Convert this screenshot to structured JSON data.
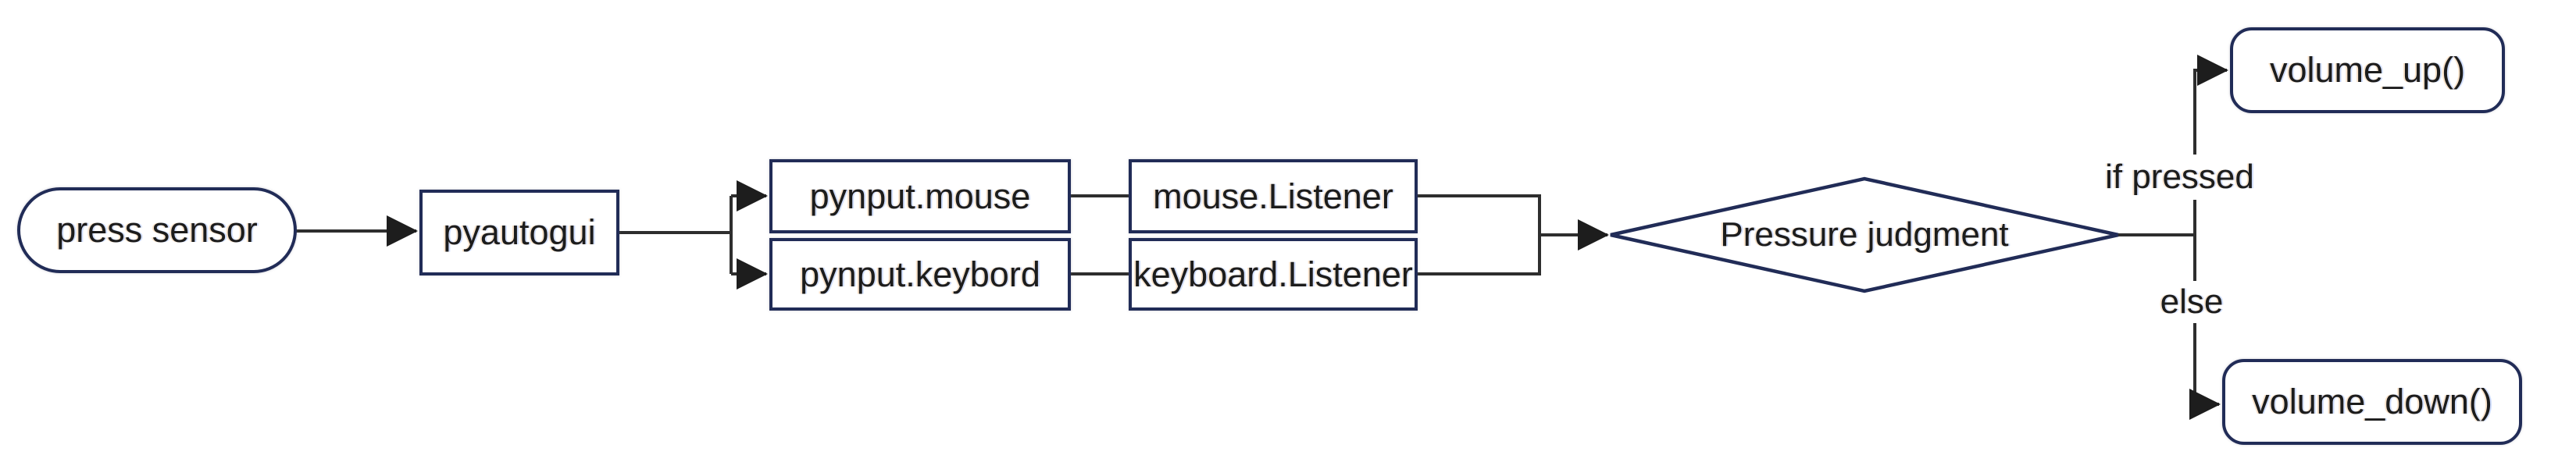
{
  "diagram": {
    "nodes": {
      "press_sensor": {
        "label": "press sensor",
        "shape": "stadium"
      },
      "pyautogui": {
        "label": "pyautogui",
        "shape": "rect"
      },
      "pynput_mouse": {
        "label": "pynput.mouse",
        "shape": "rect"
      },
      "pynput_keybord": {
        "label": "pynput.keybord",
        "shape": "rect"
      },
      "mouse_listener": {
        "label": "mouse.Listener",
        "shape": "rect"
      },
      "keyboard_listener": {
        "label": "keyboard.Listener",
        "shape": "rect"
      },
      "pressure_judgment": {
        "label": "Pressure judgment",
        "shape": "diamond"
      },
      "volume_up": {
        "label": "volume_up()",
        "shape": "rounded-rect"
      },
      "volume_down": {
        "label": "volume_down()",
        "shape": "rounded-rect"
      }
    },
    "edge_labels": {
      "if_pressed": "if pressed",
      "else": "else"
    },
    "colors": {
      "node_border": "#212c57",
      "connector": "#2e2e2e",
      "arrowhead": "#1d1d1d",
      "text": "#1c1c1c",
      "background": "#ffffff"
    }
  }
}
